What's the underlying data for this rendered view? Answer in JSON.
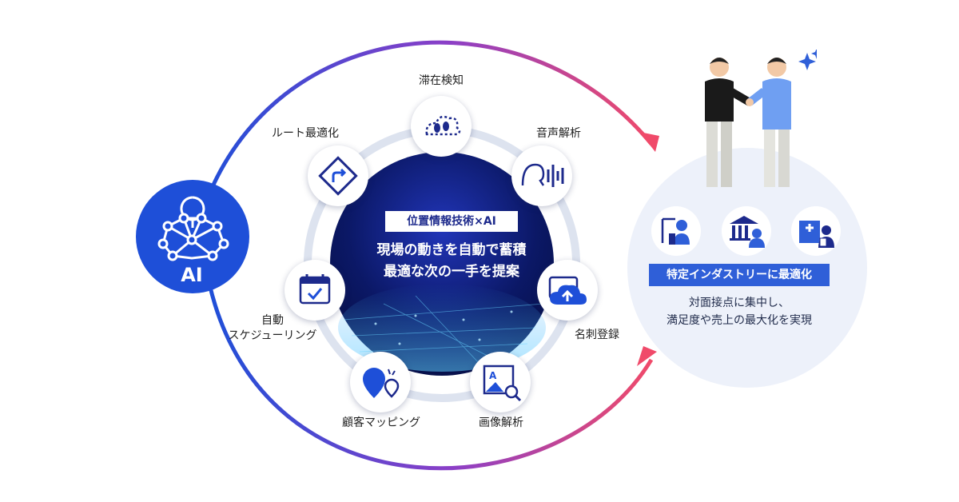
{
  "diagram": {
    "ai_badge": "AI",
    "center_tag": "位置情報技術×AI",
    "center_line1": "現場の動きを自動で蓄積",
    "center_line2": "最適な次の一手を提案",
    "features": [
      {
        "label": "滞在検知",
        "icon": "footprints-cloud-icon"
      },
      {
        "label": "音声解析",
        "icon": "voice-wave-icon"
      },
      {
        "label": "名刺登録",
        "icon": "cloud-upload-icon"
      },
      {
        "label": "画像解析",
        "icon": "image-search-icon"
      },
      {
        "label": "顧客マッピング",
        "icon": "map-pin-icon"
      },
      {
        "label_line1": "自動",
        "label_line2": "スケジューリング",
        "icon": "calendar-check-icon"
      },
      {
        "label": "ルート最適化",
        "icon": "route-sign-icon"
      }
    ],
    "industry_tag": "特定インダストリーに最適化",
    "outcome_line1": "対面接点に集中し、",
    "outcome_line2": "満足度や売上の最大化を実現",
    "industry_icons": [
      "construction-worker-icon",
      "bank-officer-icon",
      "hospital-staff-icon"
    ],
    "colors": {
      "accent_blue": "#1e4fd8",
      "accent_pink": "#f04a6a",
      "navy": "#0b1866",
      "soft_bg": "#edf1fa"
    }
  }
}
